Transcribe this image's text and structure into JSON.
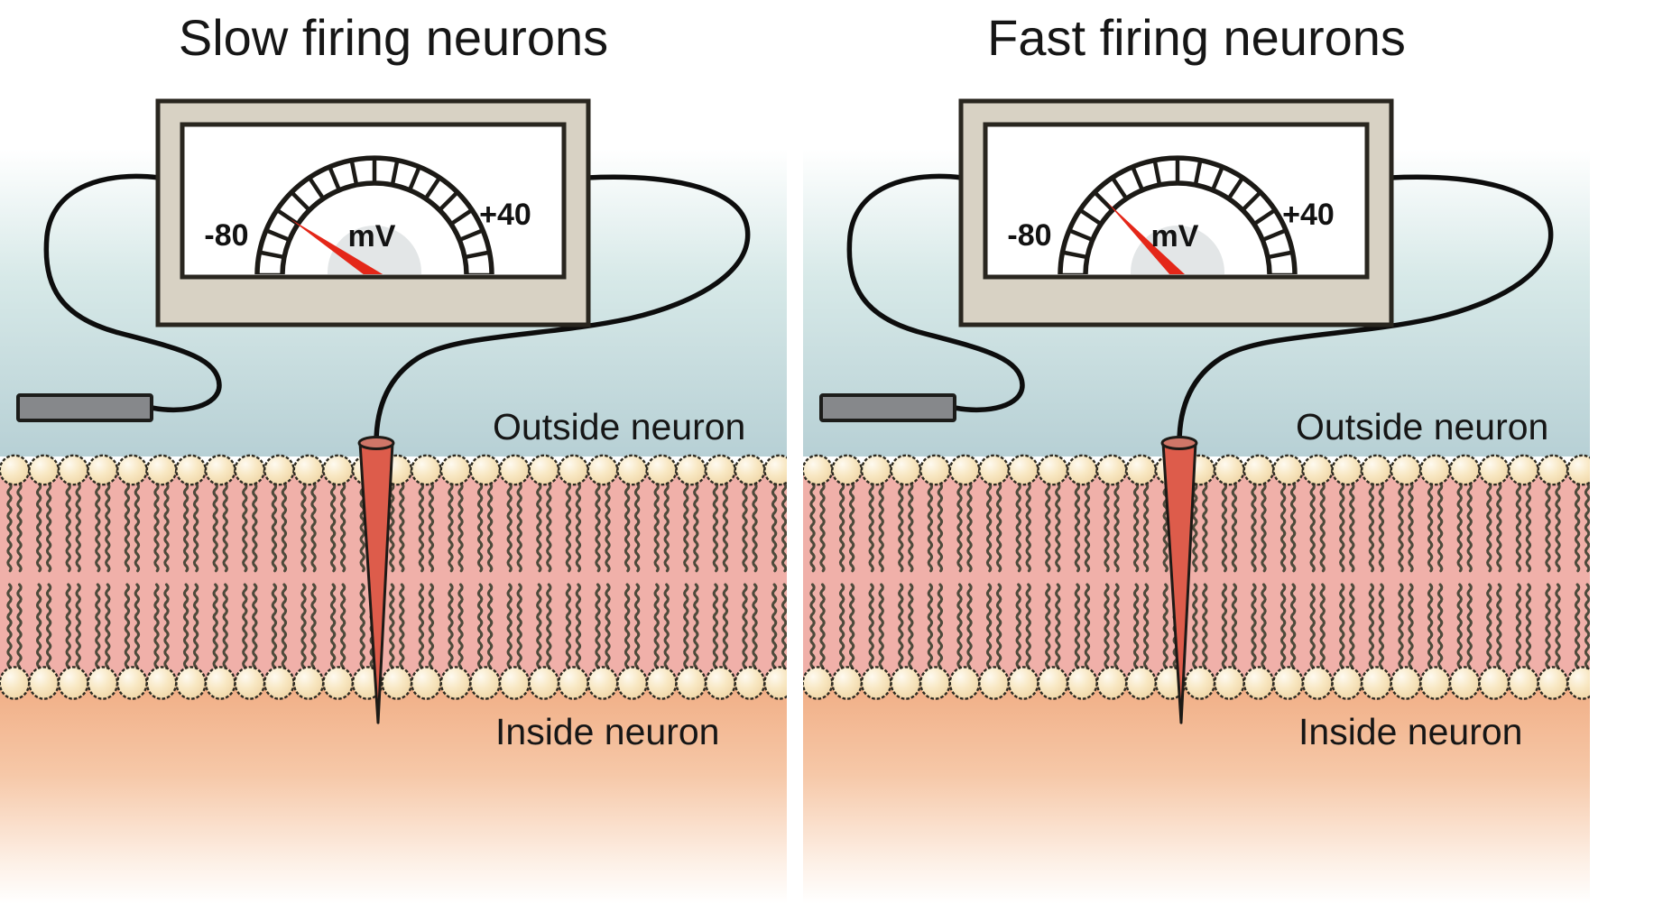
{
  "figure": {
    "panels": [
      {
        "id": "slow",
        "title": "Slow firing neurons",
        "meter": {
          "min_label": "-80",
          "max_label": "+40",
          "unit": "mV",
          "needle_angle_deg": 146,
          "tick_segments": 16
        },
        "labels": {
          "outside": "Outside neuron",
          "inside": "Inside neuron"
        }
      },
      {
        "id": "fast",
        "title": "Fast firing neurons",
        "meter": {
          "min_label": "-80",
          "max_label": "+40",
          "unit": "mV",
          "needle_angle_deg": 134,
          "tick_segments": 16
        },
        "labels": {
          "outside": "Outside neuron",
          "inside": "Inside neuron"
        }
      }
    ],
    "colors": {
      "background": "#ffffff",
      "sky_mid": "#d7e9e8",
      "sky_bottom": "#b7d0d5",
      "membrane_pink": "#f0b0a9",
      "head_fill": "#f8e7c2",
      "head_highlight": "#fefaf0",
      "head_shadow": "#eccf9c",
      "head_outline": "#2e2b22",
      "tail": "#4e4a3b",
      "inside_top": "#f1ae85",
      "inside_mid": "#f6c8a8",
      "inside_pale": "#fdf0e6",
      "inside_fade": "#ffffff",
      "meter_body": "#d8d2c4",
      "meter_border": "#29261f",
      "gauge_arc": "#1c1a16",
      "gauge_hub": "#e3e6e7",
      "needle": "#e42719",
      "wire": "#0d0d0d",
      "ref_electrode": "#86888b",
      "ref_electrode_border": "#1c1c1a",
      "rec_electrode": "#dd5c4b",
      "rec_electrode_rim": "#cf7668",
      "rec_electrode_outline": "#1d1a16",
      "label_text": "#161616"
    }
  }
}
